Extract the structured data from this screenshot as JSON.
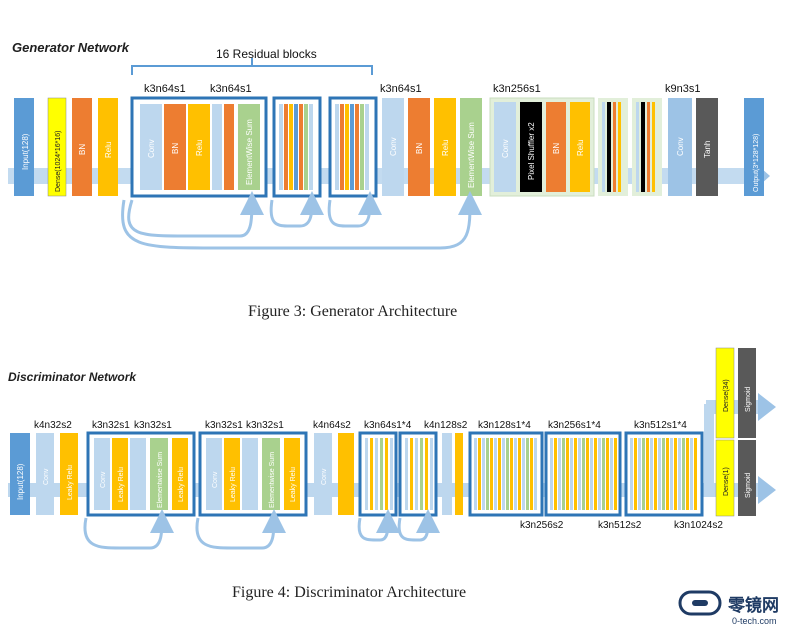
{
  "generator": {
    "heading": "Generator Network",
    "residual_label": "16 Residual blocks",
    "conv_labels": [
      "k3n64s1",
      "k3n64s1",
      "k3n64s1",
      "k3n256s1",
      "k9n3s1"
    ],
    "layers": {
      "input": "Input(128)",
      "dense": "Dense(1024*16*16)",
      "bn": "BN",
      "relu": "Relu",
      "conv": "Conv",
      "esum": "ElementWise Sum",
      "esum2": "ElementWise Sum",
      "pixel_shuffler": "Pixel Shuffler x2",
      "tanh": "Tanh",
      "output": "Output(3*128*128)"
    },
    "caption": "Figure 3: Generator Architecture"
  },
  "discriminator": {
    "heading": "Discriminator Network",
    "top_labels": [
      "k4n32s2",
      "k3n32s1",
      "k3n32s1",
      "k3n32s1",
      "k3n32s1",
      "k4n64s2",
      "k3n64s1*4",
      "k4n128s2",
      "k3n128s1*4",
      "k3n256s1*4",
      "k3n512s1*4"
    ],
    "bottom_labels": [
      "k3n256s2",
      "k3n512s2",
      "k3n1024s2"
    ],
    "layers": {
      "input": "Input(128)",
      "conv": "Conv",
      "leaky_relu": "Leaky Relu",
      "esum": "Elementwise Sum",
      "dense34": "Dense(34)",
      "dense1": "Dense(1)",
      "sigmoid": "Sigmoid"
    },
    "caption": "Figure 4: Discriminator Architecture"
  },
  "watermark": {
    "name": "零镜网",
    "url": "0-tech.com"
  },
  "colors": {
    "input": "#5b9bd5",
    "conv": "#bdd7ee",
    "bn": "#ed7d31",
    "relu": "#ffc000",
    "esum": "#a9d18e",
    "dense": "#ffff00",
    "tanh": "#595959",
    "block_border": "#2e75b6",
    "arrow": "#9dc3e6"
  }
}
